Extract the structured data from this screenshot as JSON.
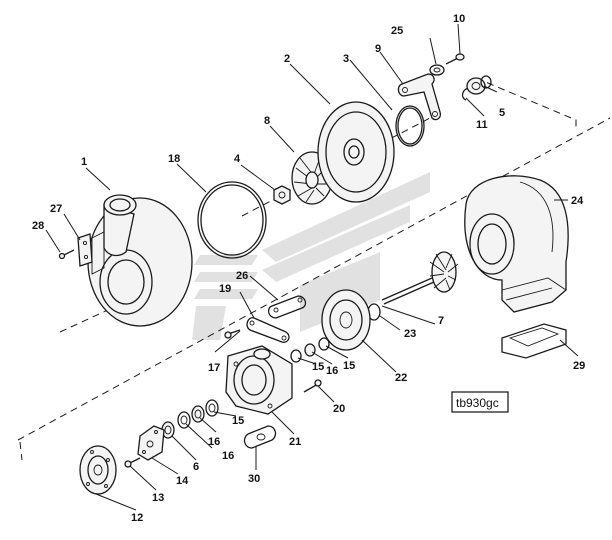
{
  "diagram": {
    "reference_code": "tb930gc",
    "watermark_color": "#c9c9c9",
    "callouts": {
      "c1": "1",
      "c2": "2",
      "c3": "3",
      "c4": "4",
      "c5": "5",
      "c6": "6",
      "c7": "7",
      "c8": "8",
      "c9": "9",
      "c10": "10",
      "c11": "11",
      "c12": "12",
      "c13": "13",
      "c14": "14",
      "c15a": "15",
      "c15b": "15",
      "c15c": "15",
      "c16a": "16",
      "c16b": "16",
      "c16c": "16",
      "c17": "17",
      "c18": "18",
      "c19": "19",
      "c20": "20",
      "c21": "21",
      "c22": "22",
      "c23": "23",
      "c24": "24",
      "c25": "25",
      "c26": "26",
      "c27": "27",
      "c28": "28",
      "c29": "29",
      "c30": "30"
    }
  }
}
